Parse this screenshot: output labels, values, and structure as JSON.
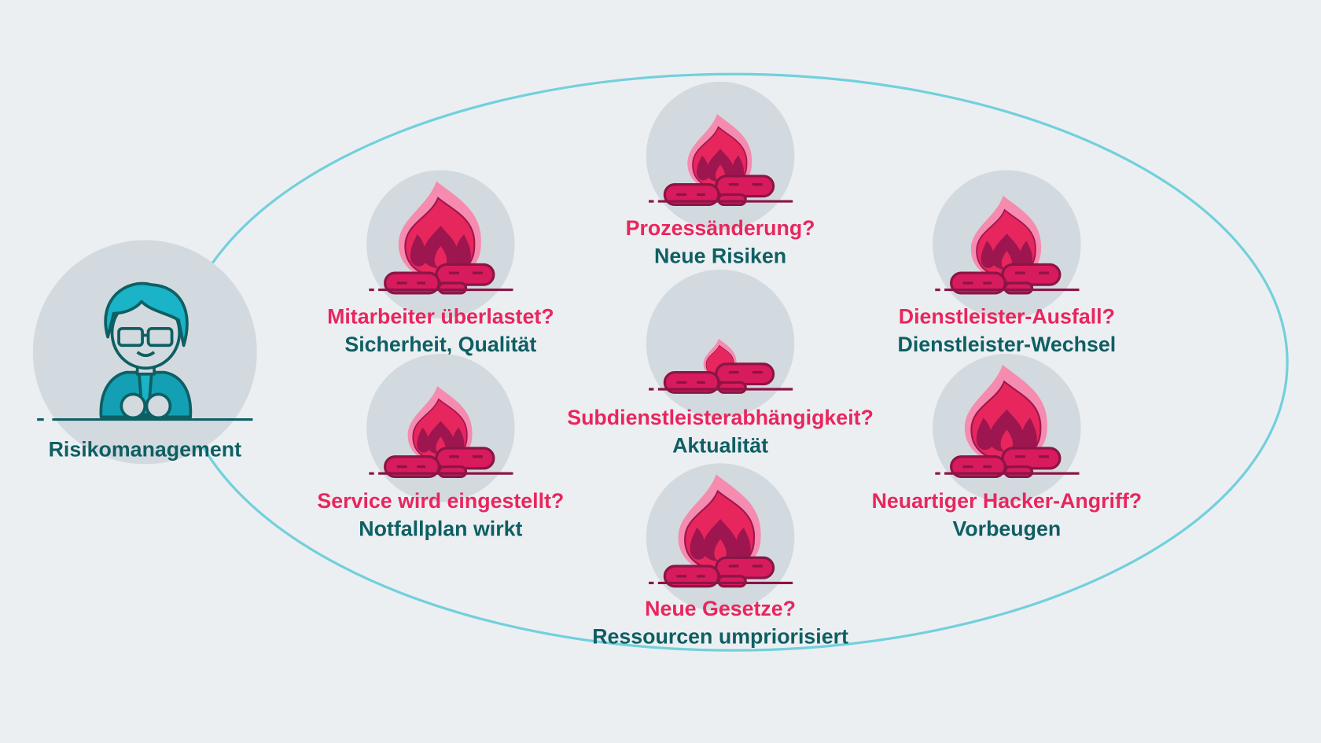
{
  "colors": {
    "background": "#eceff2",
    "circle": "#d3dadf",
    "ellipse": "#72d0dc",
    "question": "#e8265e",
    "answer": "#0e5f63",
    "flame_outer": "#f58cb0",
    "flame_mid": "#e8265e",
    "flame_dark": "#9e1650",
    "log": "#d81b5c",
    "log_dark": "#8a1546",
    "person": "#1ab3c8"
  },
  "center": {
    "label": "Risikomanagement",
    "icon": "person-with-glasses-icon"
  },
  "risks": [
    {
      "question": "Prozessänderung?",
      "answer": "Neue Risiken",
      "icon": "campfire-icon",
      "flame_size": "medium"
    },
    {
      "question": "Mitarbeiter überlastet?",
      "answer": "Sicherheit, Qualität",
      "icon": "campfire-icon",
      "flame_size": "large"
    },
    {
      "question": "Dienstleister-Ausfall?",
      "answer": "Dienstleister-Wechsel",
      "icon": "campfire-icon",
      "flame_size": "medium-large"
    },
    {
      "question": "Subdienstleisterabhängigkeit?",
      "answer": "Aktualität",
      "icon": "campfire-icon",
      "flame_size": "small"
    },
    {
      "question": "Service wird eingestellt?",
      "answer": "Notfallplan wirkt",
      "icon": "campfire-icon",
      "flame_size": "medium"
    },
    {
      "question": "Neuartiger Hacker-Angriff?",
      "answer": "Vorbeugen",
      "icon": "campfire-icon",
      "flame_size": "large"
    },
    {
      "question": "Neue Gesetze?",
      "answer": "Ressourcen umpriorisiert",
      "icon": "campfire-icon",
      "flame_size": "large"
    }
  ]
}
